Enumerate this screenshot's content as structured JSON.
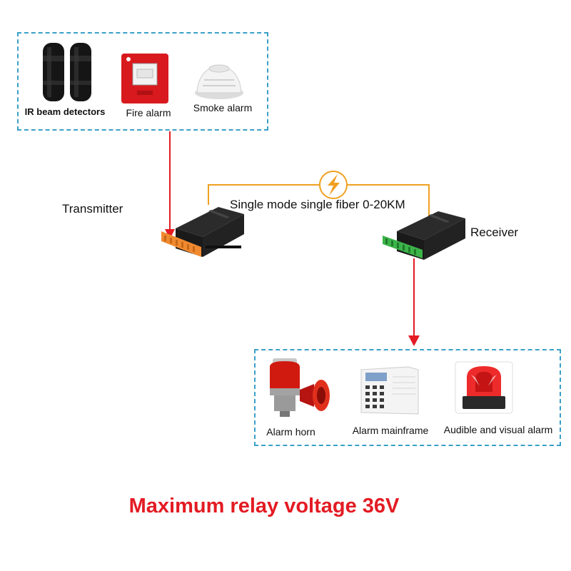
{
  "inputs": {
    "ir_beam": "IR beam detectors",
    "fire_alarm": "Fire alarm",
    "smoke_alarm": "Smoke alarm"
  },
  "devices": {
    "transmitter": "Transmitter",
    "receiver": "Receiver",
    "link": "Single mode single fiber 0-20KM"
  },
  "outputs": {
    "alarm_horn": "Alarm horn",
    "alarm_mainframe": "Alarm mainframe",
    "audible_visual": "Audible and visual alarm"
  },
  "footer": "Maximum relay voltage 36V",
  "colors": {
    "box_border": "#3aa0c8",
    "arrow": "#e31b23",
    "fiber": "#f0a020",
    "footer": "#e31b23",
    "tx_terminal": "#f08a30",
    "rx_terminal": "#3cb44a"
  }
}
